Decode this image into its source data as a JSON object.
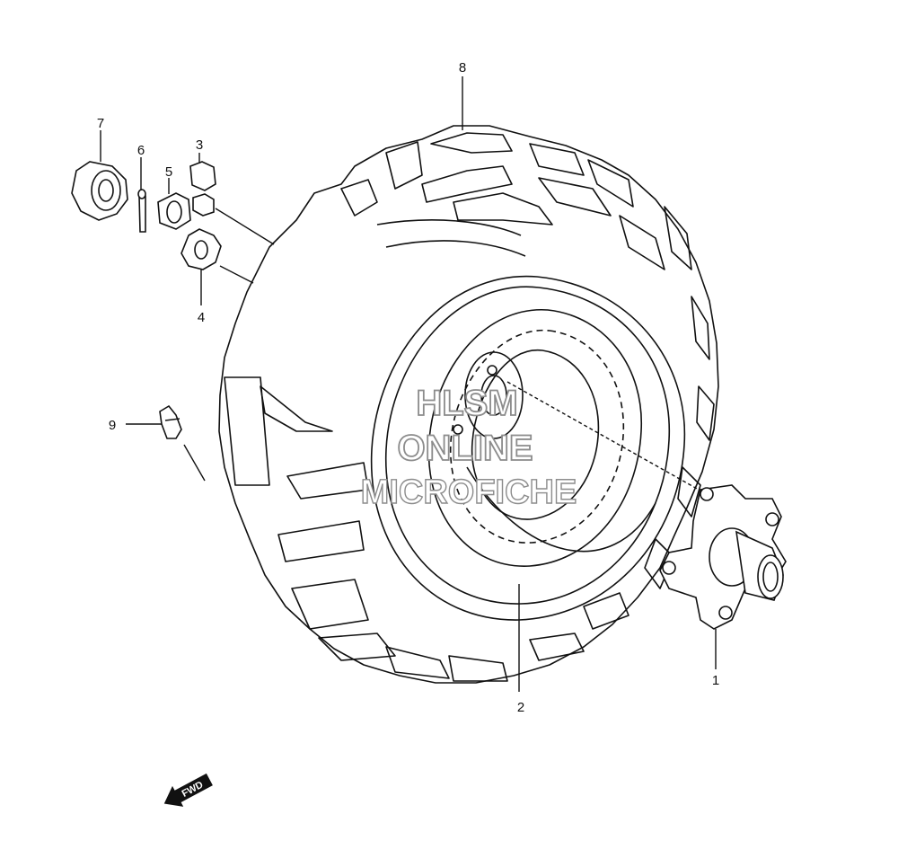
{
  "callouts": {
    "p1": "1",
    "p2": "2",
    "p3": "3",
    "p4": "4",
    "p5": "5",
    "p6": "6",
    "p7": "7",
    "p8": "8",
    "p9": "9"
  },
  "watermark": {
    "line1": "HLSM",
    "line2": "ONLINE",
    "line3": "MICROFICHE"
  },
  "fwd_label": "FWD",
  "colors": {
    "line": "#111111",
    "watermark_stroke": "#8c8c8c",
    "background": "#ffffff"
  }
}
